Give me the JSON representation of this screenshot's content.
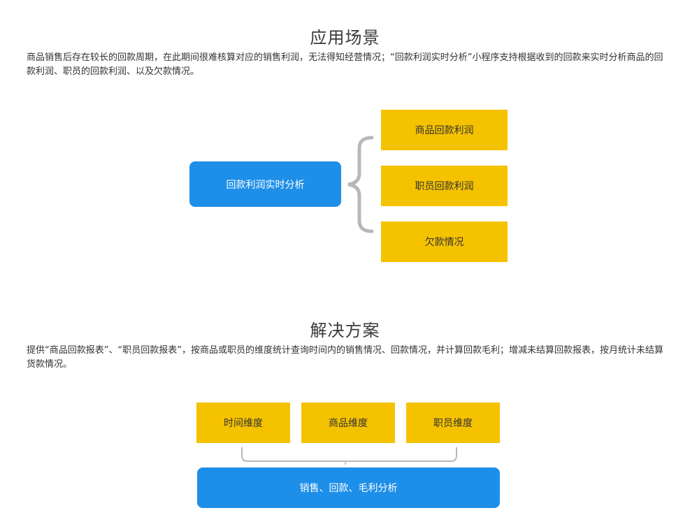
{
  "section1": {
    "title": "应用场景",
    "description": "商品销售后存在较长的回款周期，在此期间很难核算对应的销售利润，无法得知经营情况；“回款利润实时分析”小程序支持根据收到的回款来实时分析商品的回款利润、职员的回款利润、以及欠款情况。",
    "diagram": {
      "root": "回款利润实时分析",
      "branches": [
        "商品回款利润",
        "职员回款利润",
        "欠款情况"
      ]
    }
  },
  "section2": {
    "title": "解决方案",
    "description": "提供“商品回款报表”、“职员回款报表”，按商品或职员的维度统计查询时间内的销售情况、回款情况，并计算回款毛利；增减未结算回款报表，按月统计未结算货款情况。",
    "diagram": {
      "dimensions": [
        "时间维度",
        "商品维度",
        "职员维度"
      ],
      "result": "销售、回款、毛利分析"
    }
  },
  "colors": {
    "yellow": "#f5c200",
    "blue": "#1e8fe8",
    "connector": "#b8b8b8"
  }
}
